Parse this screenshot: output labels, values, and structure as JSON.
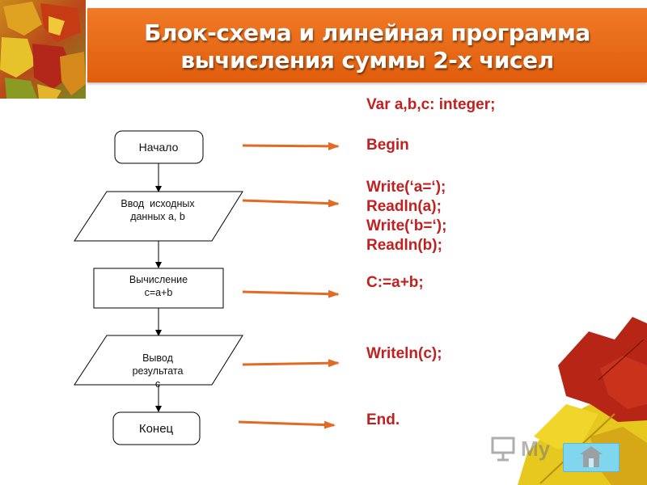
{
  "title": {
    "line1": "Блок-схема и линейная программа",
    "line2": "вычисления суммы 2-х чисел"
  },
  "flowchart": {
    "start": "Начало",
    "input_line1": "Ввод  исходных",
    "input_line2": "данных a, b",
    "calc_line1": "Вычисление",
    "calc_line2": "c=a+b",
    "output_line1": "Вывод",
    "output_line2": "результата",
    "output_line3": "c",
    "end": "Конец"
  },
  "code": {
    "var": "Var a,b,c: integer;",
    "begin": "Begin",
    "write_a": "Write(‘a=‘);",
    "readln_a": "Readln(a);",
    "write_b": "Write(‘b=‘);",
    "readln_b": "Readln(b);",
    "assign": "C:=a+b;",
    "writeln": "Writeln(c);",
    "end": "End."
  },
  "watermark": {
    "text": "My"
  },
  "colors": {
    "title_bar": "#e8681a",
    "code_text": "#c41f1f",
    "arrows": "#e26a22",
    "nav_button": "#7fd6ee"
  }
}
